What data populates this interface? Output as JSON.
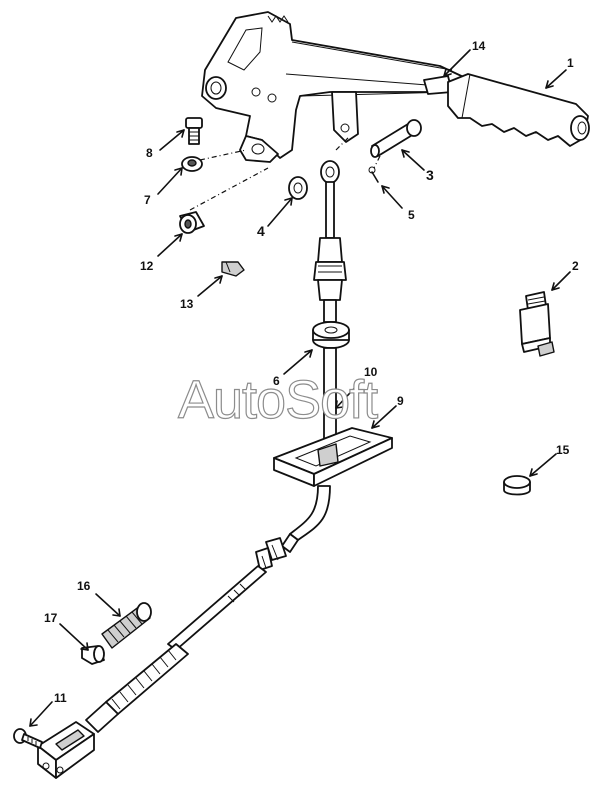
{
  "watermark": "AutoSoft",
  "callouts": {
    "c1": "1",
    "c2": "2",
    "c3": "3",
    "c4": "4",
    "c5": "5",
    "c6": "6",
    "c7": "7",
    "c8": "8",
    "c9": "9",
    "c10": "10",
    "c11": "11",
    "c12": "12",
    "c13": "13",
    "c14": "14",
    "c15": "15",
    "c16": "16",
    "c17": "17"
  },
  "colors": {
    "ink": "#111111",
    "shade": "#cfcfcf",
    "watermark_outline": "#8c8c8c"
  }
}
